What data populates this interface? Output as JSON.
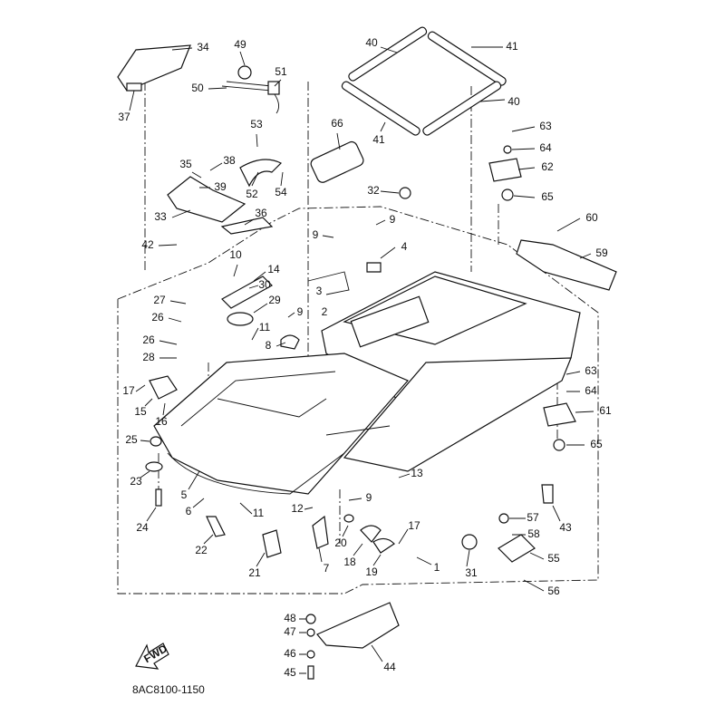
{
  "diagram": {
    "part_code": "8AC8100-1150",
    "fwd_label": "FWD",
    "callouts": [
      "34",
      "37",
      "49",
      "51",
      "50",
      "40",
      "41",
      "40",
      "41",
      "66",
      "63",
      "64",
      "62",
      "65",
      "53",
      "38",
      "35",
      "39",
      "52",
      "54",
      "33",
      "36",
      "32",
      "9",
      "9",
      "4",
      "60",
      "59",
      "42",
      "10",
      "14",
      "30",
      "3",
      "2",
      "27",
      "26",
      "29",
      "9",
      "11",
      "8",
      "26",
      "28",
      "17",
      "15",
      "16",
      "25",
      "23",
      "5",
      "6",
      "24",
      "22",
      "21",
      "11",
      "12",
      "7",
      "9",
      "20",
      "18",
      "17",
      "19",
      "1",
      "31",
      "13",
      "43",
      "57",
      "58",
      "55",
      "56",
      "63",
      "64",
      "61",
      "65",
      "48",
      "47",
      "46",
      "45",
      "44"
    ]
  }
}
